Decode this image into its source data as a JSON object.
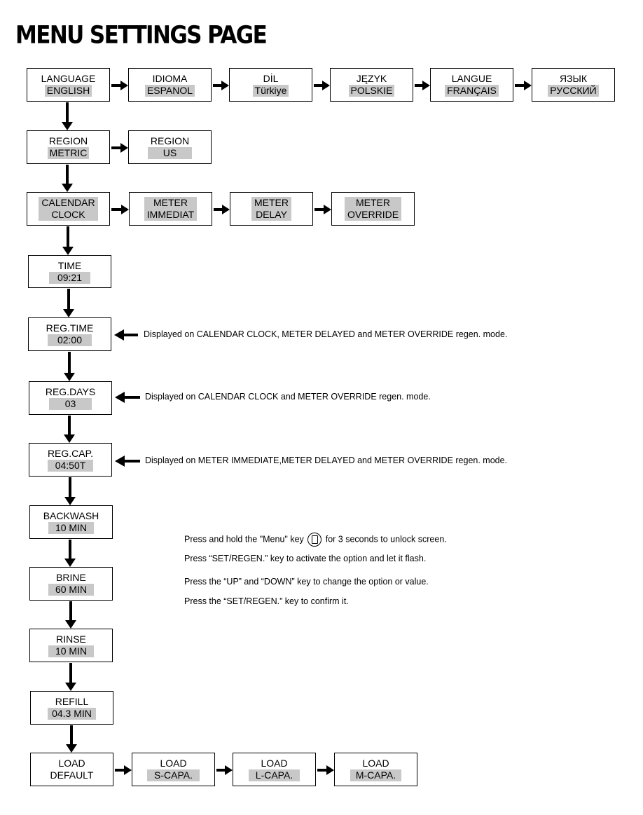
{
  "title": "MENU SETTINGS PAGE",
  "language_row": [
    {
      "label": "LANGUAGE",
      "value": "ENGLISH"
    },
    {
      "label": "IDIOMA",
      "value": "ESPANOL"
    },
    {
      "label": "DİL",
      "value": "Türkiye"
    },
    {
      "label": "JĘZYK",
      "value": "POLSKIE"
    },
    {
      "label": "LANGUE",
      "value": "FRANÇAIS"
    },
    {
      "label": "ЯЗЫК",
      "value": "РУССКИЙ"
    }
  ],
  "region_row": [
    {
      "label": "REGION",
      "value": "METRIC"
    },
    {
      "label": "REGION",
      "value": "US"
    }
  ],
  "mode_row": [
    {
      "label": "CALENDAR",
      "value": "CLOCK"
    },
    {
      "label": "METER",
      "value": "IMMEDIAT"
    },
    {
      "label": "METER",
      "value": "DELAY"
    },
    {
      "label": "METER",
      "value": "OVERRIDE"
    }
  ],
  "time": {
    "label": "TIME",
    "value": "09:21"
  },
  "reg_time": {
    "label": "REG.TIME",
    "value": "02:00",
    "note": "Displayed on CALENDAR CLOCK, METER DELAYED and METER OVERRIDE regen. mode."
  },
  "reg_days": {
    "label": "REG.DAYS",
    "value": "03",
    "note": "Displayed on CALENDAR CLOCK and METER OVERRIDE regen. mode."
  },
  "reg_cap": {
    "label": "REG.CAP.",
    "value": "04:50T",
    "note": "Displayed on METER IMMEDIATE,METER DELAYED and METER OVERRIDE regen. mode."
  },
  "backwash": {
    "label": "BACKWASH",
    "value": "10 MIN"
  },
  "brine": {
    "label": "BRINE",
    "value": "60 MIN"
  },
  "rinse": {
    "label": "RINSE",
    "value": "10 MIN"
  },
  "refill": {
    "label": "REFILL",
    "value": "04.3 MIN"
  },
  "load_row": [
    {
      "label": "LOAD",
      "value": "DEFAULT"
    },
    {
      "label": "LOAD",
      "value": "S-CAPA."
    },
    {
      "label": "LOAD",
      "value": "L-CAPA."
    },
    {
      "label": "LOAD",
      "value": "M-CAPA."
    }
  ],
  "instructions": {
    "line1_before": "Press and hold the \"Menu\" key",
    "line1_after": "for 3 seconds to unlock screen.",
    "line2": "Press “SET/REGEN.” key to activate the option and let it flash.",
    "line3": "Press the “UP” and “DOWN” key to change the option or value.",
    "line4": "Press the “SET/REGEN.” key to confirm it.",
    "key_icon": "menu-key-icon"
  }
}
